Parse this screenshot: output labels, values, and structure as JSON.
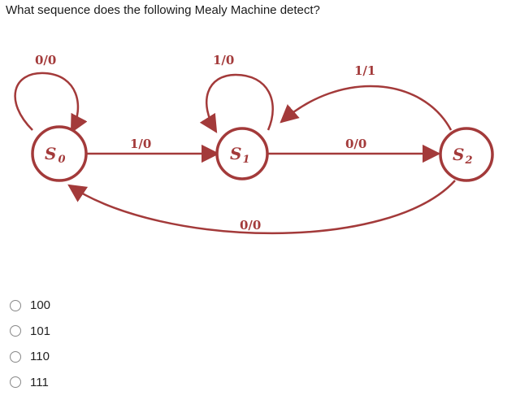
{
  "question": "What sequence does the following Mealy Machine detect?",
  "colors": {
    "accent": "#a33a3a"
  },
  "diagram": {
    "states": [
      {
        "name": "S",
        "sub": "0"
      },
      {
        "name": "S",
        "sub": "1"
      },
      {
        "name": "S",
        "sub": "2"
      }
    ],
    "transitions": {
      "s0_self": "0/0",
      "s1_self": "1/0",
      "s0_to_s1": "1/0",
      "s1_to_s2": "0/0",
      "s2_to_s1": "1/1",
      "s2_to_s0": "0/0"
    }
  },
  "options": [
    {
      "label": "100"
    },
    {
      "label": "101"
    },
    {
      "label": "110"
    },
    {
      "label": "111"
    }
  ]
}
